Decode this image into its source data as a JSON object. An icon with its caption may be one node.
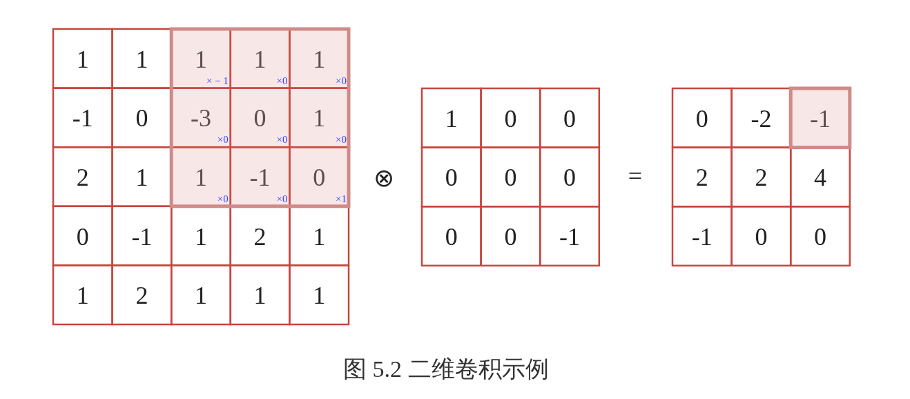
{
  "diagram": {
    "caption": "图 5.2 二维卷积示例",
    "labels": [
      "1",
      "1",
      "1",
      "1",
      "1",
      "-1",
      "0",
      "-3",
      "0",
      "1",
      "2",
      "1",
      "1",
      "-1",
      "0",
      "0",
      "-1",
      "1",
      "2",
      "1",
      "1",
      "2",
      "1",
      "1",
      "1",
      "× − 1",
      "×0",
      "×0",
      "×0",
      "×0",
      "×0",
      "×0",
      "×0",
      "×1",
      "⊗",
      "1",
      "0",
      "0",
      "0",
      "0",
      "0",
      "0",
      "0",
      "-1",
      "=",
      "0",
      "-2",
      "-1",
      "2",
      "2",
      "4",
      "-1",
      "0",
      "0"
    ]
  }
}
